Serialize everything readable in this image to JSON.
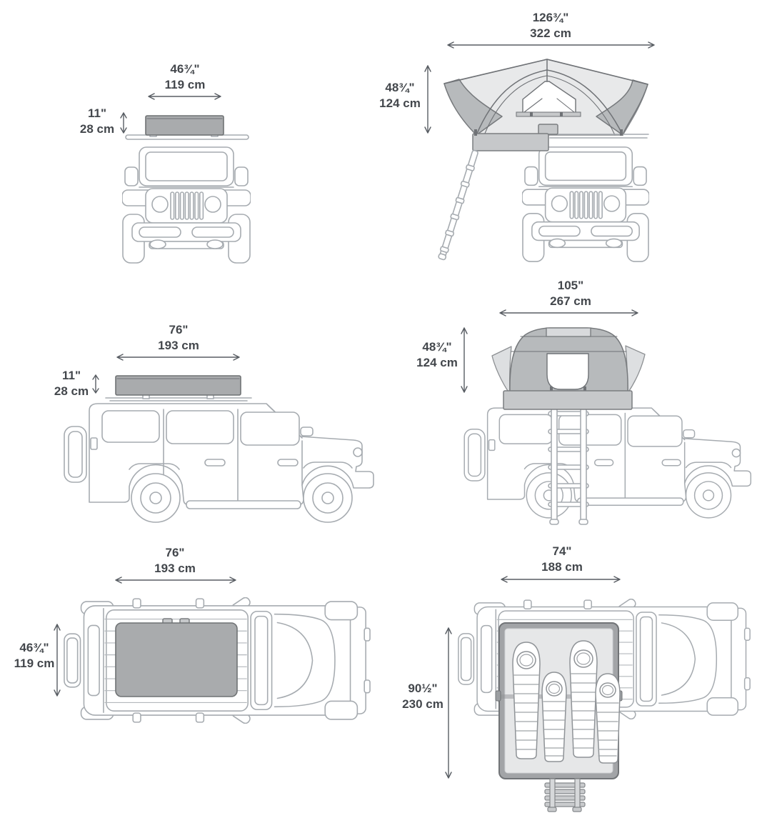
{
  "colors": {
    "line_art": "#a6abb0",
    "tent_closed_gray": "#a9abad",
    "tent_canopy_gray": "#b7babc",
    "tent_light_gray": "#e8e9ea",
    "text": "#43474c"
  },
  "views": {
    "front_closed": {
      "width": {
        "in": "46¾\"",
        "cm": "119 cm"
      },
      "height": {
        "in": "11\"",
        "cm": "28 cm"
      }
    },
    "front_open": {
      "width": {
        "in": "126¾\"",
        "cm": "322 cm"
      },
      "height": {
        "in": "48¾\"",
        "cm": "124 cm"
      }
    },
    "side_closed": {
      "length": {
        "in": "76\"",
        "cm": "193 cm"
      },
      "height": {
        "in": "11\"",
        "cm": "28 cm"
      }
    },
    "side_open": {
      "length": {
        "in": "105\"",
        "cm": "267 cm"
      },
      "height": {
        "in": "48¾\"",
        "cm": "124 cm"
      }
    },
    "top_closed": {
      "length": {
        "in": "76\"",
        "cm": "193 cm"
      },
      "width": {
        "in": "46¾\"",
        "cm": "119 cm"
      }
    },
    "top_open": {
      "width": {
        "in": "74\"",
        "cm": "188 cm"
      },
      "length": {
        "in": "90½\"",
        "cm": "230 cm"
      }
    }
  }
}
